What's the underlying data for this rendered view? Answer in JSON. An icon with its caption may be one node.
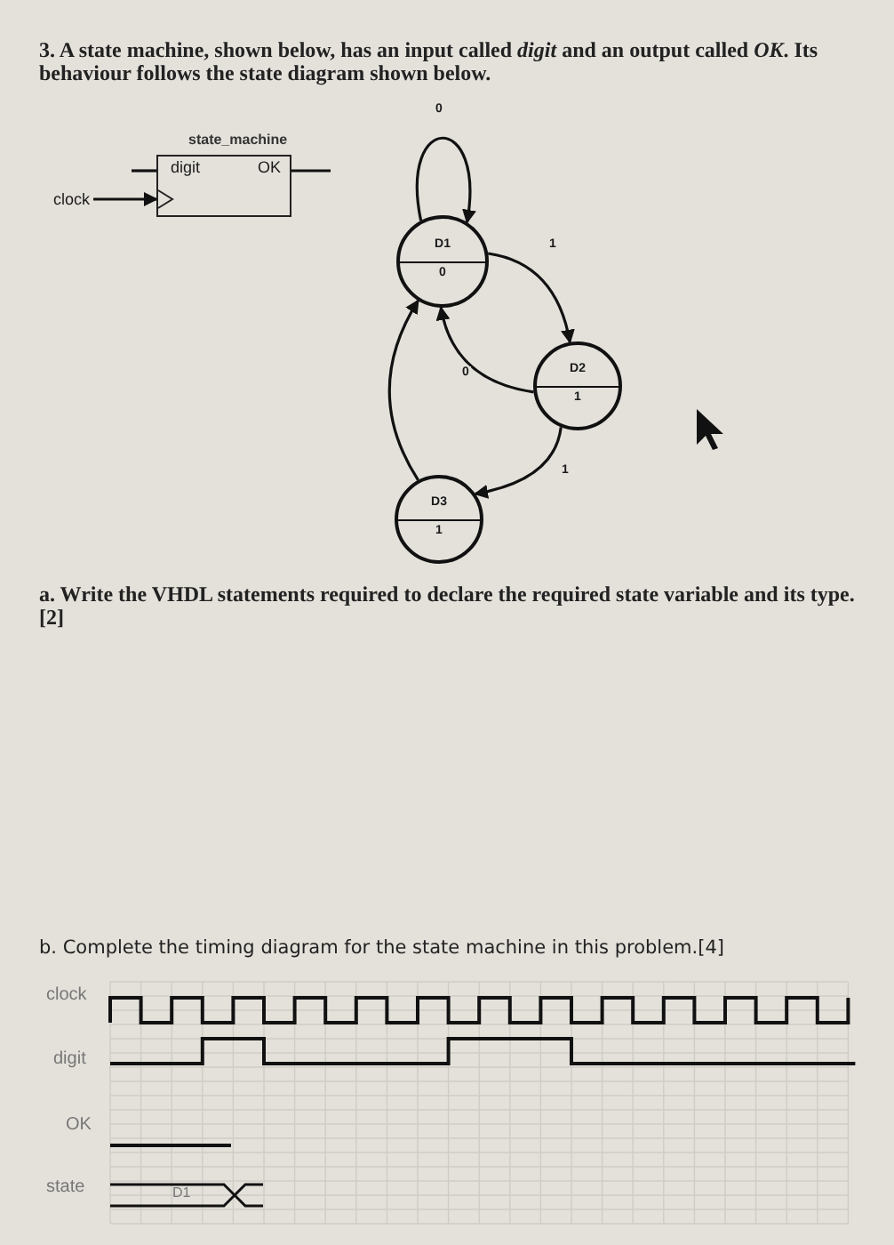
{
  "diagram": {
    "nodes": [
      {
        "text": [
          "state_machine",
          "digit",
          "OK"
        ]
      },
      {
        "text": [
          "clock"
        ]
      },
      {
        "text": [
          "D1",
          "0"
        ]
      },
      {
        "text": [
          "D2",
          "1"
        ]
      },
      {
        "text": [
          "D3",
          "1"
        ]
      }
    ],
    "edges": [
      {
        "from": 1,
        "to": 0,
        "arrow": "to"
      },
      {
        "from": null,
        "to": 0,
        "arrow": "none"
      },
      {
        "from": 0,
        "to": null,
        "arrow": "none"
      },
      {
        "from": 2,
        "to": 2,
        "arrow": "to",
        "label": "0"
      },
      {
        "from": 2,
        "to": 3,
        "arrow": "to",
        "label": "1"
      },
      {
        "from": 3,
        "to": 2,
        "arrow": "to",
        "label": "0"
      },
      {
        "from": 3,
        "to": 4,
        "arrow": "to",
        "label": "1"
      },
      {
        "from": 4,
        "to": 2,
        "arrow": "to"
      }
    ],
    "labels": [
      "3. A state machine, shown below, has an input called *digit* and an output called *OK*. Its behaviour follows the state diagram shown below.",
      "a. Write the VHDL statements required to declare the required state variable and its type. [2]",
      "b. Complete the timing diagram for the state machine in this problem.[4]",
      "clock",
      "digit",
      "OK",
      "state",
      "D1"
    ]
  }
}
